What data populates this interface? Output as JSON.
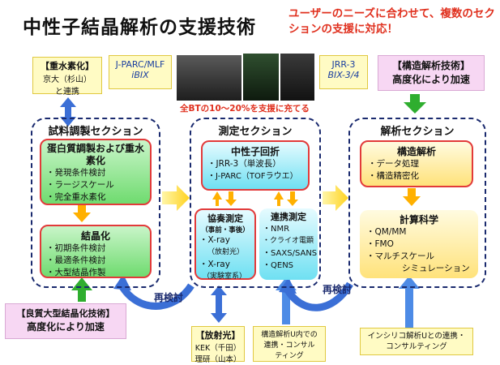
{
  "title": "中性子結晶解析の支援技術",
  "subtitle": "ユーザーのニーズに合わせて、複数のセクションの支援に対応！",
  "top_left": {
    "title": "【重水素化】",
    "lines": [
      "京大（杉山）",
      "と連携"
    ]
  },
  "facility_left": {
    "line1": "J-PARC/MLF",
    "line2": "iBIX"
  },
  "facility_right": {
    "line1": "JRR-3",
    "line2": "BIX-3/4"
  },
  "photo_caption": "全BTの10～20%を支援に充てる",
  "top_right": {
    "title": "【構造解析技術】",
    "subtitle": "高度化により加速"
  },
  "sections": {
    "prep": {
      "title": "試料調製セクション",
      "box1": {
        "title": "蛋白質調製および重水素化",
        "items": [
          "・発現条件検討",
          "・ラージスケール",
          "・完全重水素化"
        ]
      },
      "box2": {
        "title": "結晶化",
        "items": [
          "・初期条件検討",
          "・最適条件検討",
          "・大型結晶作製"
        ]
      }
    },
    "measure": {
      "title": "測定セクション",
      "box1": {
        "title": "中性子回折",
        "items": [
          "・JRR-3（単波長）",
          "・J-PARC（TOFラウエ）"
        ]
      },
      "box2": {
        "title": "協奏測定",
        "note": "（事前・事後）",
        "items": [
          "・X-ray",
          "（放射光）",
          "・X-ray",
          "（実験室系）"
        ]
      },
      "box3": {
        "title": "連携測定",
        "items": [
          "・NMR",
          "・クライオ電顕",
          "・SAXS/SANS",
          "・QENS"
        ]
      }
    },
    "analysis": {
      "title": "解析セクション",
      "box1": {
        "title": "構造解析",
        "items": [
          "・データ処理",
          "・構造精密化"
        ]
      },
      "box2": {
        "title": "計算科学",
        "items": [
          "・QM/MM",
          "・FMO",
          "・マルチスケール",
          "シミュレーション"
        ]
      }
    }
  },
  "recheck_left": "再検討",
  "recheck_right": "再検討",
  "bottom_left": {
    "title": "【良質大型結晶化技術】",
    "subtitle": "高度化により加速"
  },
  "bottom_radiation": {
    "title": "【放射光】",
    "lines": [
      "KEK（千田）",
      "理研（山本）"
    ]
  },
  "bottom_consult1": {
    "lines": [
      "構造解析U内での",
      "連携・コンサル",
      "ティング"
    ]
  },
  "bottom_consult2": {
    "line": "インシリコ解析Uとの連携・コンサルティング"
  },
  "colors": {
    "accent_red": "#e0301e",
    "section_border": "#1a2a6e",
    "arrow_blue": "#3b6fd6",
    "arrow_yellow": "#ffd21f"
  }
}
